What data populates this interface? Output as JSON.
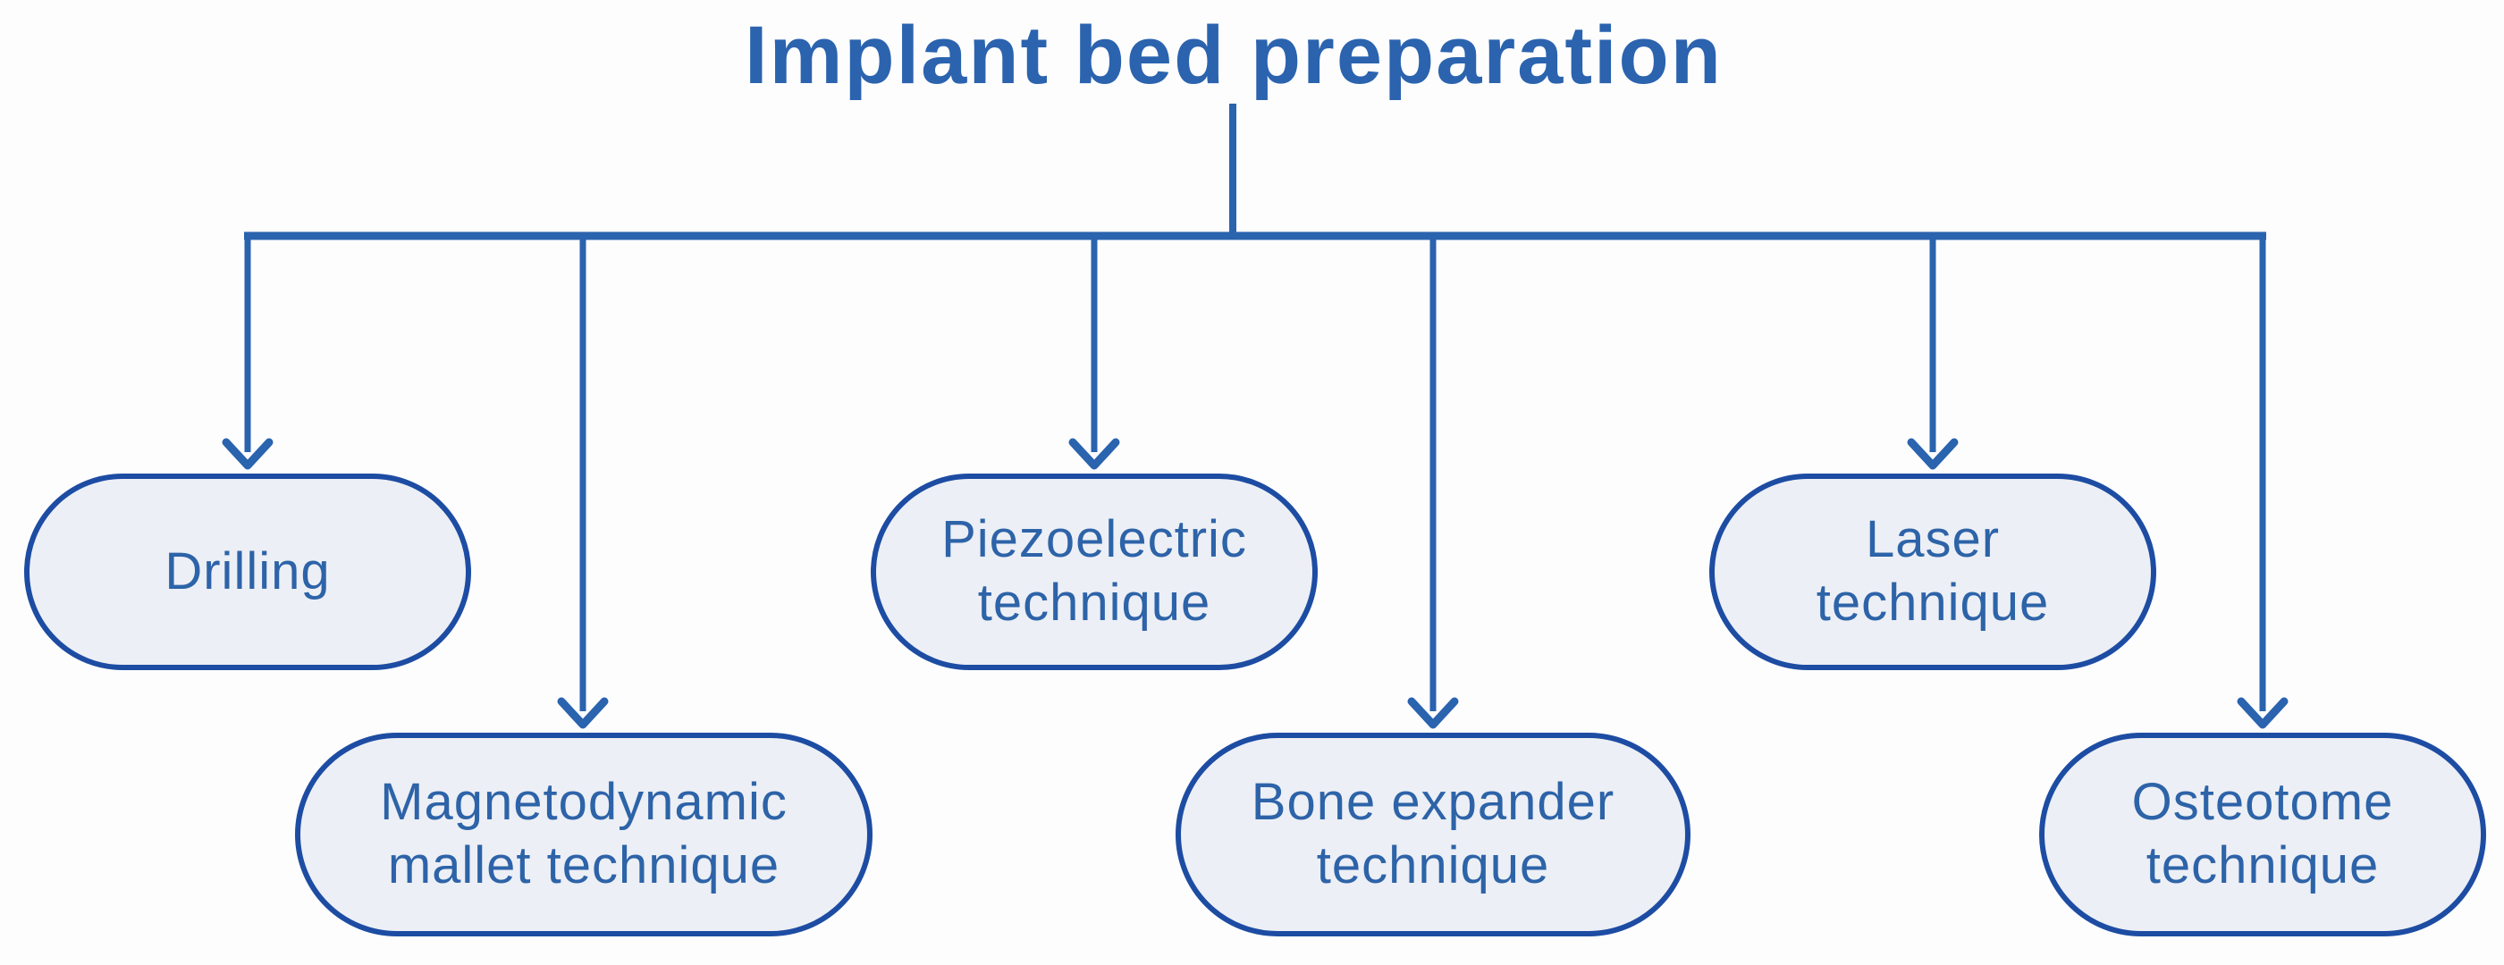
{
  "diagram": {
    "title": "Implant bed preparation",
    "nodes": [
      {
        "id": "drilling",
        "label": "Drilling"
      },
      {
        "id": "magnetodynamic-mallet",
        "label": "Magnetodynamic\nmallet technique"
      },
      {
        "id": "piezoelectric",
        "label": "Piezoelectric\ntechnique"
      },
      {
        "id": "bone-expander",
        "label": "Bone expander\ntechnique"
      },
      {
        "id": "laser",
        "label": "Laser\ntechnique"
      },
      {
        "id": "osteotome",
        "label": "Osteotome\ntechnique"
      }
    ],
    "colors": {
      "line": "#2a63ae",
      "node_border": "#1d4ca3",
      "node_fill": "#eceff5",
      "title_text": "#2b63ae",
      "node_text": "#2d63a8",
      "background": "#fdfdfe"
    }
  }
}
